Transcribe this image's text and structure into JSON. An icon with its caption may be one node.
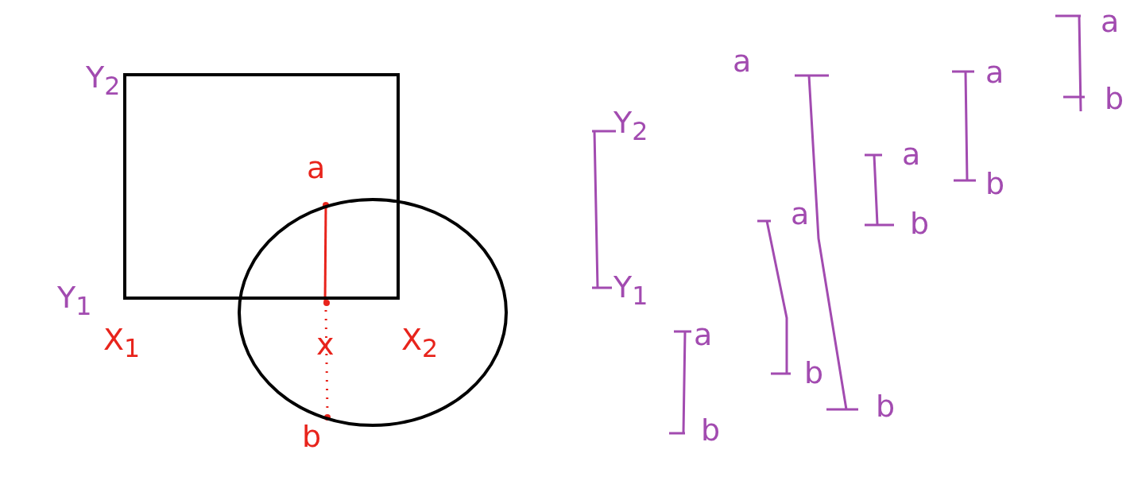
{
  "diagram": {
    "nodes": [
      {
        "text": [],
        "shape": "box"
      },
      {
        "text": [],
        "shape": "circle"
      }
    ],
    "labels": [
      "Y$_{2}$",
      "Y$_{1}$",
      "X$_{1}$",
      "X$_{2}$",
      "a",
      "x",
      "b",
      "Y$_{2}$",
      "Y$_{1}$",
      "a",
      "b",
      "a",
      "b",
      "a",
      "b",
      "a",
      "b",
      "a",
      "b",
      "a",
      "b"
    ]
  }
}
